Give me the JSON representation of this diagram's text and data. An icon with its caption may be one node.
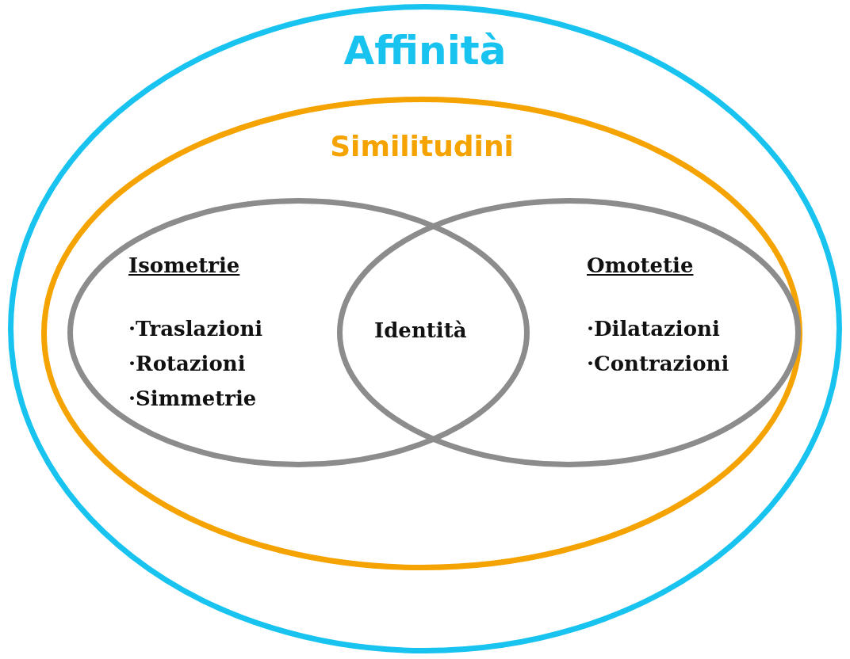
{
  "diagram": {
    "nodes": [
      {
        "text": [
          "Affinità"
        ]
      },
      {
        "text": [
          "Similitudini"
        ],
        "in": 0
      },
      {
        "text": [
          "Isometrie",
          "·Traslazioni",
          "·Rotazioni",
          "·Simmetrie"
        ],
        "in": 1
      },
      {
        "text": [
          "Omotetie",
          "·Dilatazioni",
          "·Contrazioni"
        ],
        "in": 1
      }
    ],
    "labels": [
      "Identità"
    ]
  }
}
